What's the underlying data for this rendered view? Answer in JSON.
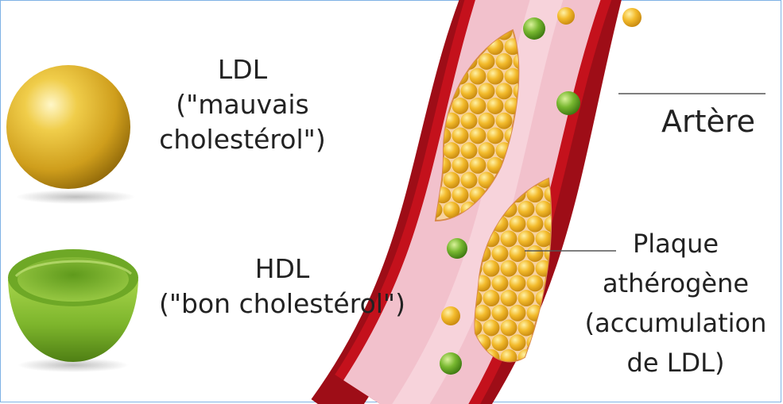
{
  "ldl": {
    "line1": "LDL",
    "line2": "(\"mauvais",
    "line3": "cholestérol\")",
    "color": "#e4b62a"
  },
  "hdl": {
    "line1": "HDL",
    "line2": "(\"bon cholestérol\")",
    "color": "#8bc43c"
  },
  "artery": {
    "label": "Artère",
    "wall_color": "#c4111c",
    "lumen_color": "#f2c1cc"
  },
  "plaque": {
    "line1": "Plaque",
    "line2": "athérogène",
    "line3": "(accumulation",
    "line4": "de LDL)"
  },
  "colors": {
    "text": "#222222",
    "frame_border": "#7fb2e5"
  }
}
